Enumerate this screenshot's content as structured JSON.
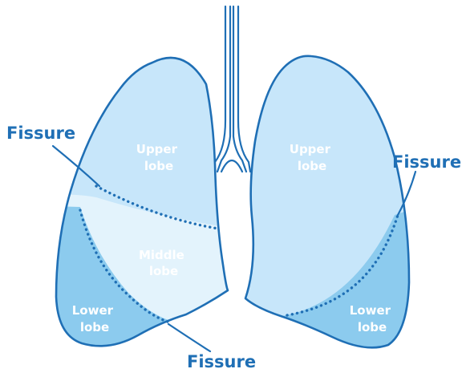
{
  "colors": {
    "outline": "#1f6fb5",
    "upper_lobe_fill": "#c7e6fa",
    "middle_lobe_fill": "#e3f3fc",
    "lower_lobe_fill": "#8ccbee",
    "label_text": "#ffffff",
    "callout_text": "#1f6fb5"
  },
  "right_lung": {
    "upper_lobe": {
      "line1": "Upper",
      "line2": "lobe"
    },
    "middle_lobe": {
      "line1": "Middle",
      "line2": "lobe"
    },
    "lower_lobe": {
      "line1": "Lower",
      "line2": "lobe"
    }
  },
  "left_lung": {
    "upper_lobe": {
      "line1": "Upper",
      "line2": "lobe"
    },
    "lower_lobe": {
      "line1": "Lower",
      "line2": "lobe"
    }
  },
  "callouts": {
    "fissure_left": "Fissure",
    "fissure_right": "Fissure",
    "fissure_bottom": "Fissure"
  }
}
